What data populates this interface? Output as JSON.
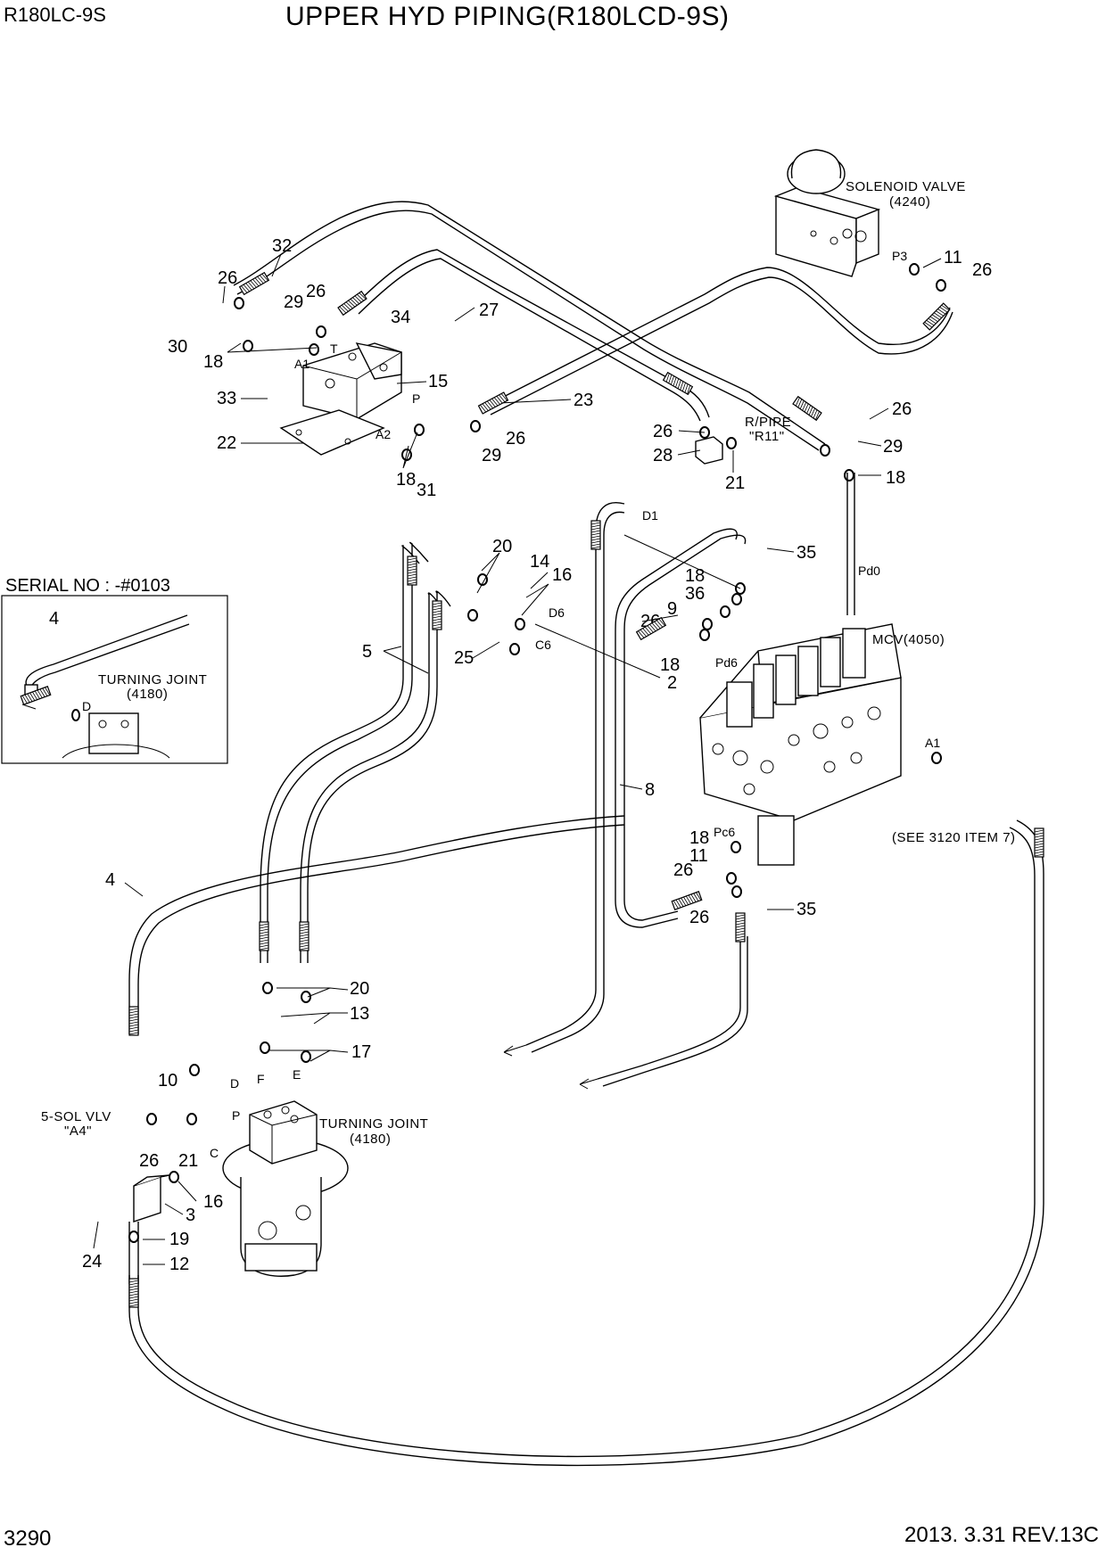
{
  "header": {
    "model": "R180LC-9S",
    "title": "UPPER HYD PIPING(R180LCD-9S)",
    "page_number": "3290",
    "revision": "2013. 3.31  REV.13C"
  },
  "components": {
    "solenoid_valve": "SOLENOID VALVE",
    "solenoid_valve_ref": "(4240)",
    "mcv": "MCV(4050)",
    "turning_joint": "TURNING JOINT",
    "turning_joint_ref": "(4180)",
    "r_pipe": "R/PIPE",
    "r_pipe_ref": "\"R11\"",
    "sol_vlv": "5-SOL VLV",
    "sol_vlv_ref": "\"A4\"",
    "see_note": "(SEE 3120 ITEM 7)"
  },
  "inset": {
    "serial": "SERIAL NO : -#0103",
    "turning_joint": "TURNING JOINT",
    "turning_joint_ref": "(4180)",
    "callout_4": "4",
    "port_d": "D"
  },
  "ports": {
    "p3": "P3",
    "d1": "D1",
    "pd0": "Pd0",
    "d6": "D6",
    "c6": "C6",
    "pd6": "Pd6",
    "a1": "A1",
    "pc6": "Pc6",
    "a1_block": "A1",
    "t": "T",
    "p": "P",
    "a2": "A2",
    "d": "D",
    "f": "F",
    "e": "E",
    "p_tj": "P",
    "c": "C"
  },
  "callouts": {
    "c32": "32",
    "c26a": "26",
    "c29a": "29",
    "c26b": "26",
    "c34": "34",
    "c30": "30",
    "c18a": "18",
    "c27": "27",
    "c15": "15",
    "c33": "33",
    "c22": "22",
    "c18b": "18",
    "c31": "31",
    "c29b": "29",
    "c26c": "26",
    "c23": "23",
    "c11a": "11",
    "c26d": "26",
    "c26e": "26",
    "c28": "28",
    "c21a": "21",
    "c26f": "26",
    "c29c": "29",
    "c18c": "18",
    "c20a": "20",
    "c14": "14",
    "c16a": "16",
    "c5": "5",
    "c25": "25",
    "c35a": "35",
    "c18d": "18",
    "c36": "36",
    "c9": "9",
    "c26g": "26",
    "c18e": "18",
    "c2": "2",
    "c8": "8",
    "c18f": "18",
    "c11b": "11",
    "c26h": "26",
    "c26i": "26",
    "c35b": "35",
    "c4": "4",
    "c20b": "20",
    "c13": "13",
    "c17": "17",
    "c10": "10",
    "c26j": "26",
    "c21b": "21",
    "c16b": "16",
    "c3": "3",
    "c19": "19",
    "c24": "24",
    "c12": "12"
  }
}
